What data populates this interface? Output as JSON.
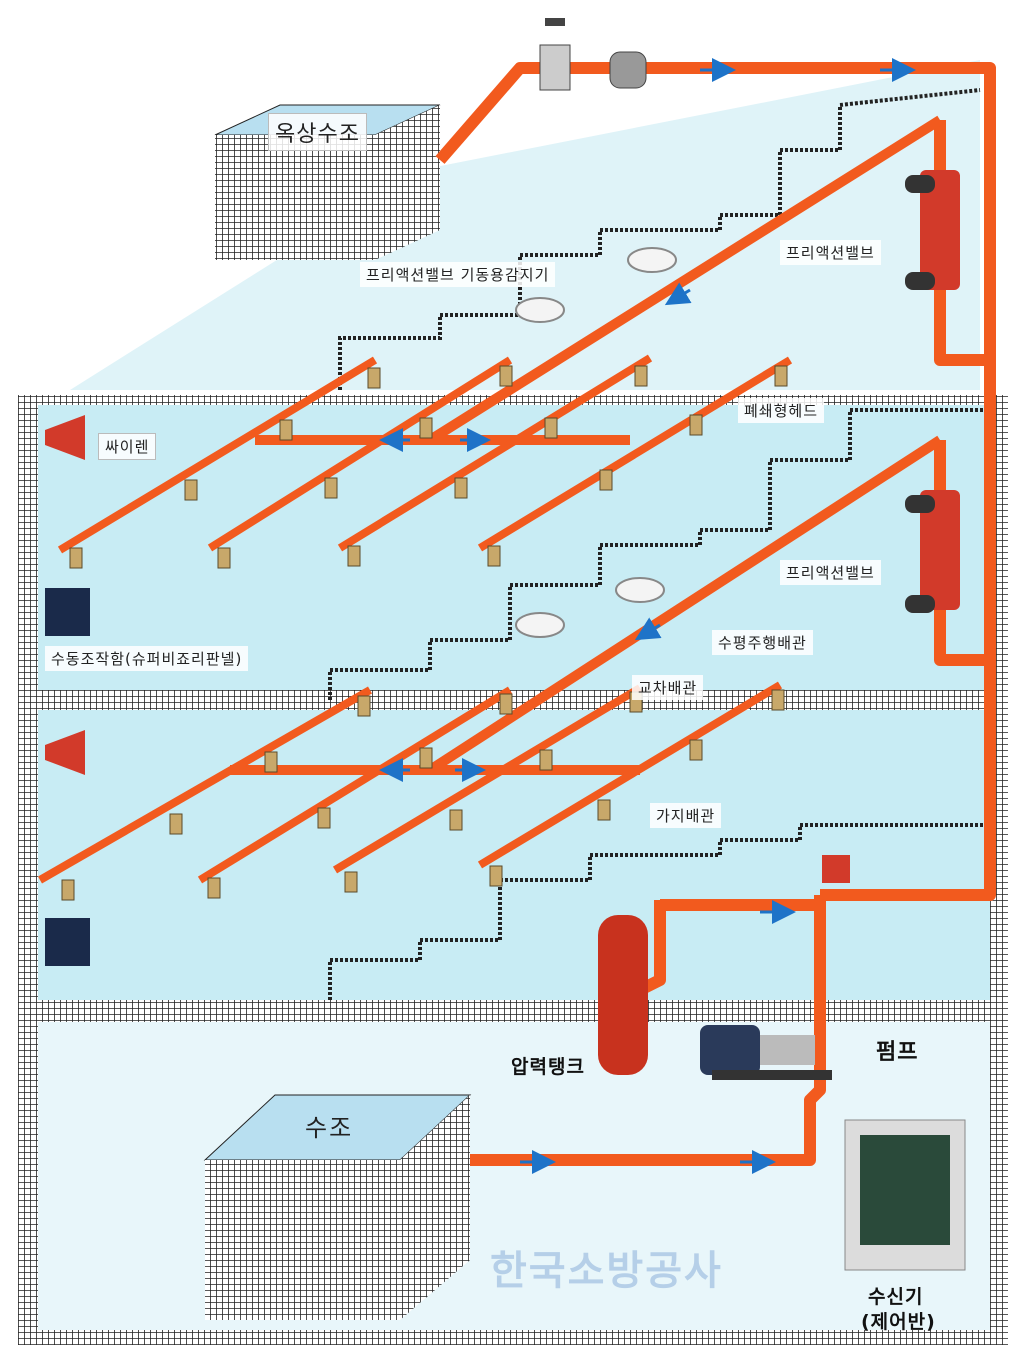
{
  "labels": {
    "rooftop_tank": "옥상수조",
    "preaction_detector": "프리액션밸브 기동용감지기",
    "preaction_valve_top": "프리액션밸브",
    "preaction_valve_bottom": "프리액션밸브",
    "siren": "싸이렌",
    "closed_head": "폐쇄형헤드",
    "manual_box": "수동조작함(슈퍼비죠리판넬)",
    "horizontal_main": "수평주행배관",
    "cross_main": "교차배관",
    "branch_pipe": "가지배관",
    "pump": "펌프",
    "pressure_tank": "압력탱크",
    "water_tank": "수조",
    "control_panel_line1": "수신기",
    "control_panel_line2": "(제어반)",
    "watermark": "한국소방공사"
  },
  "colors": {
    "pipe": "#f25a1e",
    "floor": "#c8ecf4",
    "grid": "#2a2a2a",
    "flow_arrow": "#1e73c8",
    "valve": "#d23a2a"
  }
}
